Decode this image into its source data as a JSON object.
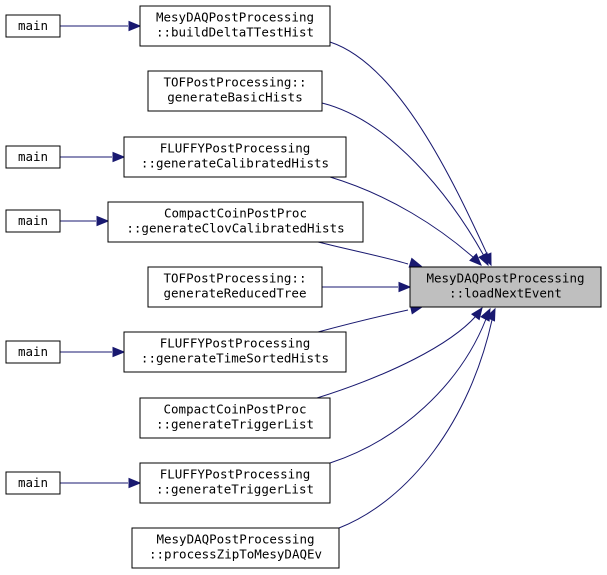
{
  "graph": {
    "target": {
      "id": "target",
      "lines": [
        "MesyDAQPostProcessing",
        "::loadNextEvent"
      ]
    },
    "callers": [
      {
        "id": "c1",
        "lines": [
          "MesyDAQPostProcessing",
          "::buildDeltaTTestHist"
        ],
        "main": true
      },
      {
        "id": "c2",
        "lines": [
          "TOFPostProcessing::",
          "generateBasicHists"
        ],
        "main": false
      },
      {
        "id": "c3",
        "lines": [
          "FLUFFYPostProcessing",
          "::generateCalibratedHists"
        ],
        "main": true
      },
      {
        "id": "c4",
        "lines": [
          "CompactCoinPostProc",
          "::generateClovCalibratedHists"
        ],
        "main": true
      },
      {
        "id": "c5",
        "lines": [
          "TOFPostProcessing::",
          "generateReducedTree"
        ],
        "main": false
      },
      {
        "id": "c6",
        "lines": [
          "FLUFFYPostProcessing",
          "::generateTimeSortedHists"
        ],
        "main": true
      },
      {
        "id": "c7",
        "lines": [
          "CompactCoinPostProc",
          "::generateTriggerList"
        ],
        "main": false
      },
      {
        "id": "c8",
        "lines": [
          "FLUFFYPostProcessing",
          "::generateTriggerList"
        ],
        "main": true
      },
      {
        "id": "c9",
        "lines": [
          "MesyDAQPostProcessing",
          "::processZipToMesyDAQEv"
        ],
        "main": false
      }
    ],
    "main_label": "main",
    "colors": {
      "edge": "#191970",
      "target_fill": "#bfbfbf",
      "node_fill": "#ffffff",
      "node_stroke": "#000000"
    }
  }
}
